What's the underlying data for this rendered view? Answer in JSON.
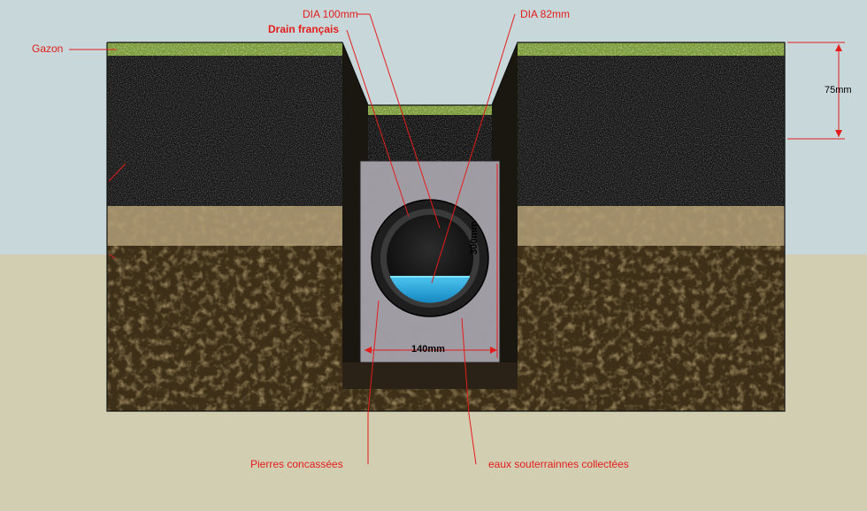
{
  "labels": {
    "gazon": "Gazon",
    "dia_100": "DIA 100mm",
    "drain_francais": "Drain français",
    "dia_82": "DIA 82mm",
    "pierres": "Pierres concassées",
    "eaux": "eaux souterrainnes collectées"
  },
  "dimensions": {
    "depth_75": "75mm",
    "width_140": "140mm",
    "height_300": "300mm"
  },
  "colors": {
    "sky": "#c8d8da",
    "ground": "#d2ceb2",
    "grass": "#7a9a3a",
    "topsoil": "#141414",
    "sand": "#a08e6a",
    "subsoil": "#3e3018",
    "gravel": "#a09ca4",
    "pipe": "#1e1e1e",
    "water": "#2aa6d8",
    "annotation": "#e31c1c"
  }
}
